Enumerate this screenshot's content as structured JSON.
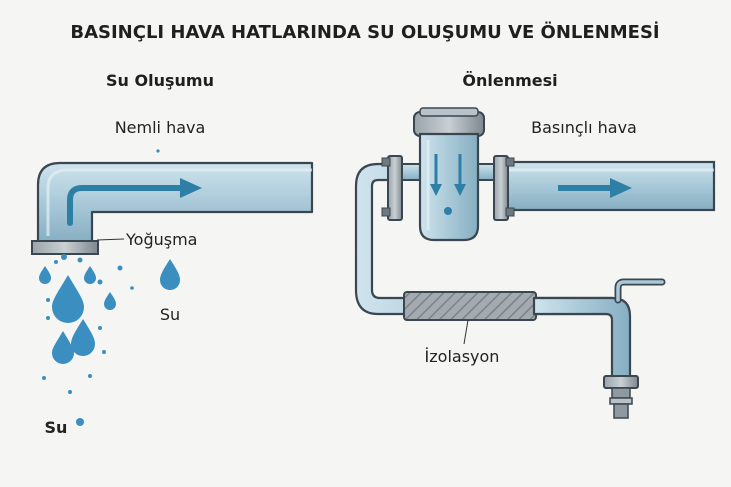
{
  "title": "BASINÇLI HAVA HATLARINDA SU OLUŞUMU VE ÖNLENMESİ",
  "left_panel": {
    "heading": "Su Oluşumu",
    "humid_air_label": "Nemli hava",
    "condensation_label": "Yoğuşma",
    "water_label_right": "Su",
    "water_label_bottom": "Su"
  },
  "right_panel": {
    "heading": "Önlenmesi",
    "compressed_air_label": "Basınçlı hava",
    "insulation_label": "İzolasyon"
  },
  "colors": {
    "pipe_fill": "#a9c9d8",
    "pipe_stroke": "#3a4650",
    "arrow": "#2d7fa6",
    "water_drop": "#3a8fc0",
    "fitting": "#7f8a92",
    "insulation": "#9ba3a8"
  }
}
